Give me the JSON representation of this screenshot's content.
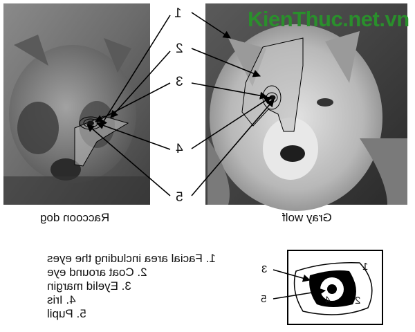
{
  "watermark": {
    "text": "KienThuc.net",
    "suffix": ".vn",
    "color": "#2a8f2c"
  },
  "photos": [
    {
      "caption": "Raccoon dog"
    },
    {
      "caption": "Gray wolf"
    }
  ],
  "callout_numbers": [
    "1",
    "2",
    "3",
    "4",
    "5"
  ],
  "legend": [
    "1. Facial area including the eyes",
    "2. Coat around eye",
    "3. Eyelid margin",
    "4. Iris",
    "5. Pupil"
  ],
  "schematic_labels": [
    "1",
    "2",
    "3",
    "4",
    "5"
  ]
}
